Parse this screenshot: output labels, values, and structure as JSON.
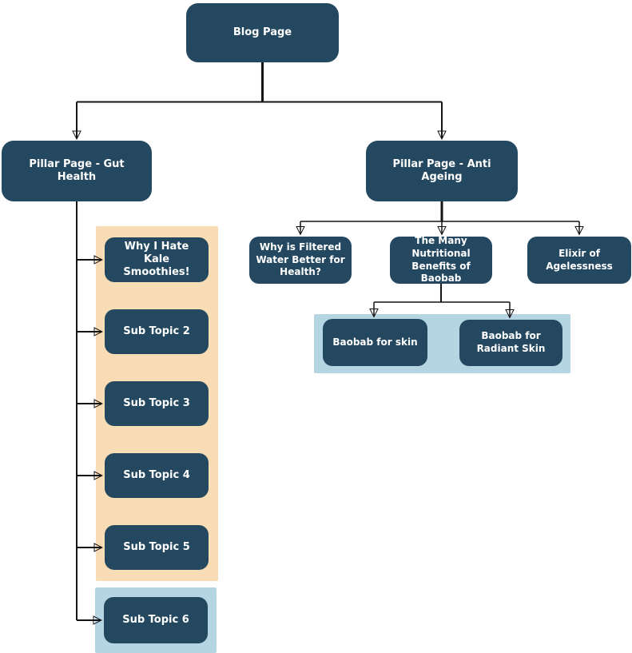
{
  "diagram": {
    "type": "flowchart",
    "description": "Blog content plan sitemap with pillar pages and sub topics",
    "colors": {
      "node_fill": "#24485f",
      "node_text": "#ffffff",
      "highlight_orange": "#f8dcb5",
      "highlight_blue": "#b6d5e3",
      "connector": "#141414",
      "background": "#ffffff"
    },
    "nodes": {
      "blog": {
        "label": "Blog Page"
      },
      "pillar_gut": {
        "label": "Pillar Page - Gut Health"
      },
      "pillar_anti": {
        "label": "Pillar Page - Anti Ageing"
      },
      "filtered_water": {
        "label": "Why is Filtered Water Better for Health?"
      },
      "baobab_benefits": {
        "label": "The Many Nutritional Benefits of Baobab"
      },
      "elixir": {
        "label": "Elixir of Agelessness"
      },
      "baobab_skin": {
        "label": "Baobab for skin"
      },
      "baobab_radiant": {
        "label": "Baobab for Radiant Skin"
      },
      "kale_smoothies": {
        "label": "Why I Hate Kale Smoothies!"
      },
      "sub_topic_2": {
        "label": "Sub Topic 2"
      },
      "sub_topic_3": {
        "label": "Sub Topic 3"
      },
      "sub_topic_4": {
        "label": "Sub Topic 4"
      },
      "sub_topic_5": {
        "label": "Sub Topic 5"
      },
      "sub_topic_6": {
        "label": "Sub Topic 6"
      }
    },
    "edges": [
      {
        "from": "Blog Page",
        "to": "Pillar Page - Gut Health"
      },
      {
        "from": "Blog Page",
        "to": "Pillar Page - Anti Ageing"
      },
      {
        "from": "Pillar Page - Gut Health",
        "to": "Why I Hate Kale Smoothies!"
      },
      {
        "from": "Pillar Page - Gut Health",
        "to": "Sub Topic 2"
      },
      {
        "from": "Pillar Page - Gut Health",
        "to": "Sub Topic 3"
      },
      {
        "from": "Pillar Page - Gut Health",
        "to": "Sub Topic 4"
      },
      {
        "from": "Pillar Page - Gut Health",
        "to": "Sub Topic 5"
      },
      {
        "from": "Pillar Page - Gut Health",
        "to": "Sub Topic 6"
      },
      {
        "from": "Pillar Page - Anti Ageing",
        "to": "Why is Filtered Water Better for Health?"
      },
      {
        "from": "Pillar Page - Anti Ageing",
        "to": "The Many Nutritional Benefits of Baobab"
      },
      {
        "from": "Pillar Page - Anti Ageing",
        "to": "Elixir of Agelessness"
      },
      {
        "from": "The Many Nutritional Benefits of Baobab",
        "to": "Baobab for skin"
      },
      {
        "from": "The Many Nutritional Benefits of Baobab",
        "to": "Baobab for Radiant Skin"
      }
    ]
  }
}
